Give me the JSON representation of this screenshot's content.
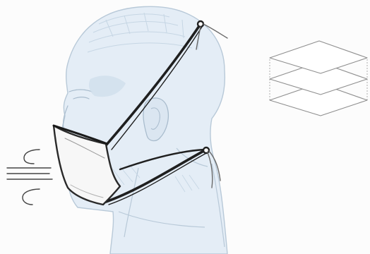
{
  "image": {
    "subject": "mask-illustration",
    "colors": {
      "background": "#fcfcfc",
      "sketch_line": "#b8c9d8",
      "sketch_fill": "#e4edf6",
      "sketch_shade": "#cfdeec",
      "mask_outline": "#2a2a2a",
      "mask_fill": "#f7f7f7",
      "strap": "#1f1f1f",
      "layers_outline": "#8f8f8f",
      "airflow": "#444444"
    },
    "parts": [
      "head-sketch",
      "mask",
      "upper-strap",
      "lower-strap",
      "airflow-lines",
      "filter-layers"
    ]
  }
}
